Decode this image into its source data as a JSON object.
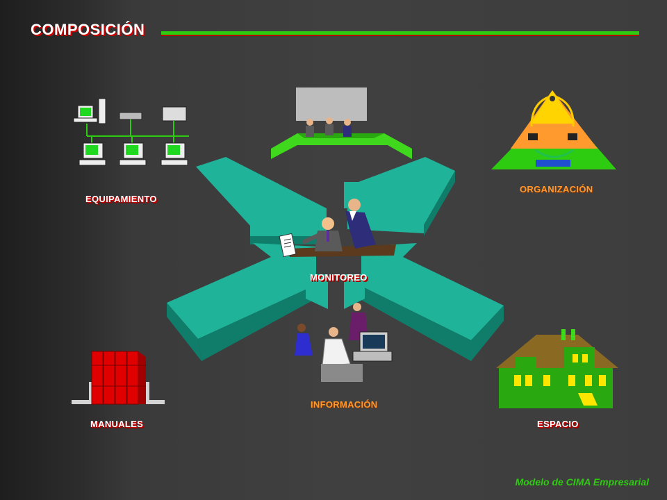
{
  "slide": {
    "title": "COMPOSICIÓN",
    "footer": "Modelo de CIMA Empresarial"
  },
  "labels": {
    "equipamiento": "EQUIPAMIENTO",
    "organizacion": "ORGANIZACIÓN",
    "monitoreo": "MONITOREO",
    "informacion": "INFORMACIÓN",
    "manuales": "MANUALES",
    "espacio": "ESPACIO"
  },
  "colors": {
    "accent_green": "#2ecc10",
    "arrow_teal": "#1fb39a",
    "label_red_shadow": "#cc0000",
    "label_orange": "#ff9a2e"
  }
}
